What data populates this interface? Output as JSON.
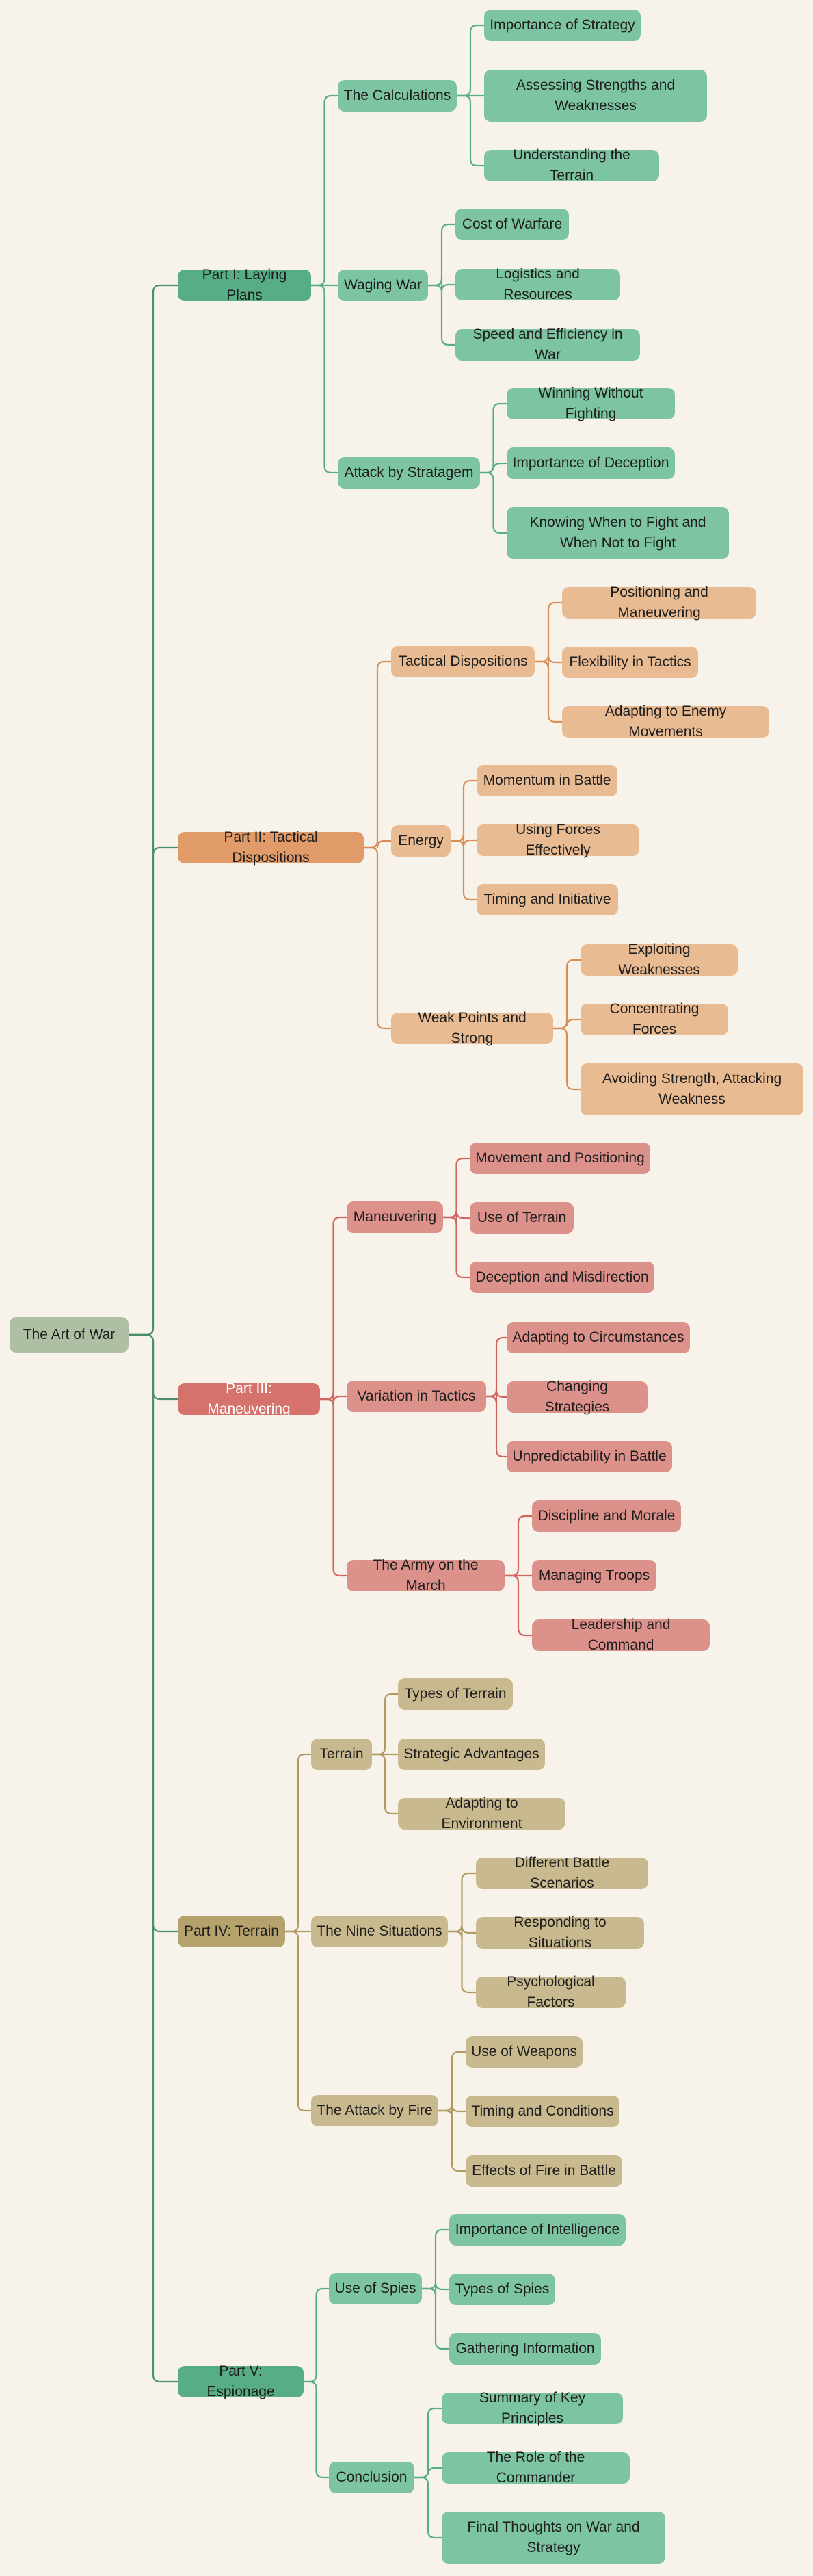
{
  "root": "The Art of War",
  "colors": {
    "green": "#57ae86",
    "orange": "#d98e55",
    "red": "#cf665f",
    "tan": "#b09a60",
    "root_link": "#4a8f6a"
  },
  "parts": [
    {
      "label": "Part I: Laying Plans",
      "group": "green",
      "children": [
        {
          "label": "The Calculations",
          "children": [
            "Importance of Strategy",
            "Assessing Strengths and Weaknesses",
            "Understanding the Terrain"
          ]
        },
        {
          "label": "Waging War",
          "children": [
            "Cost of Warfare",
            "Logistics and Resources",
            "Speed and Efficiency in War"
          ]
        },
        {
          "label": "Attack by Stratagem",
          "children": [
            "Winning Without Fighting",
            "Importance of Deception",
            "Knowing When to Fight and When Not to Fight"
          ]
        }
      ]
    },
    {
      "label": "Part II: Tactical Dispositions",
      "group": "orange",
      "children": [
        {
          "label": "Tactical Dispositions",
          "children": [
            "Positioning and Maneuvering",
            "Flexibility in Tactics",
            "Adapting to Enemy Movements"
          ]
        },
        {
          "label": "Energy",
          "children": [
            "Momentum in Battle",
            "Using Forces Effectively",
            "Timing and Initiative"
          ]
        },
        {
          "label": "Weak Points and Strong",
          "children": [
            "Exploiting Weaknesses",
            "Concentrating Forces",
            "Avoiding Strength, Attacking Weakness"
          ]
        }
      ]
    },
    {
      "label": "Part III: Maneuvering",
      "group": "red",
      "children": [
        {
          "label": "Maneuvering",
          "children": [
            "Movement and Positioning",
            "Use of Terrain",
            "Deception and Misdirection"
          ]
        },
        {
          "label": "Variation in Tactics",
          "children": [
            "Adapting to Circumstances",
            "Changing Strategies",
            "Unpredictability in Battle"
          ]
        },
        {
          "label": "The Army on the March",
          "children": [
            "Discipline and Morale",
            "Managing Troops",
            "Leadership and Command"
          ]
        }
      ]
    },
    {
      "label": "Part IV: Terrain",
      "group": "tan",
      "children": [
        {
          "label": "Terrain",
          "children": [
            "Types of Terrain",
            "Strategic Advantages",
            "Adapting to Environment"
          ]
        },
        {
          "label": "The Nine Situations",
          "children": [
            "Different Battle Scenarios",
            "Responding to Situations",
            "Psychological Factors"
          ]
        },
        {
          "label": "The Attack by Fire",
          "children": [
            "Use of Weapons",
            "Timing and Conditions",
            "Effects of Fire in Battle"
          ]
        }
      ]
    },
    {
      "label": "Part V: Espionage",
      "group": "green",
      "children": [
        {
          "label": "Use of Spies",
          "children": [
            "Importance of Intelligence",
            "Types of Spies",
            "Gathering Information"
          ]
        },
        {
          "label": "Conclusion",
          "children": [
            "Summary of Key Principles",
            "The Role of the Commander",
            "Final Thoughts on War and Strategy"
          ]
        }
      ]
    }
  ]
}
